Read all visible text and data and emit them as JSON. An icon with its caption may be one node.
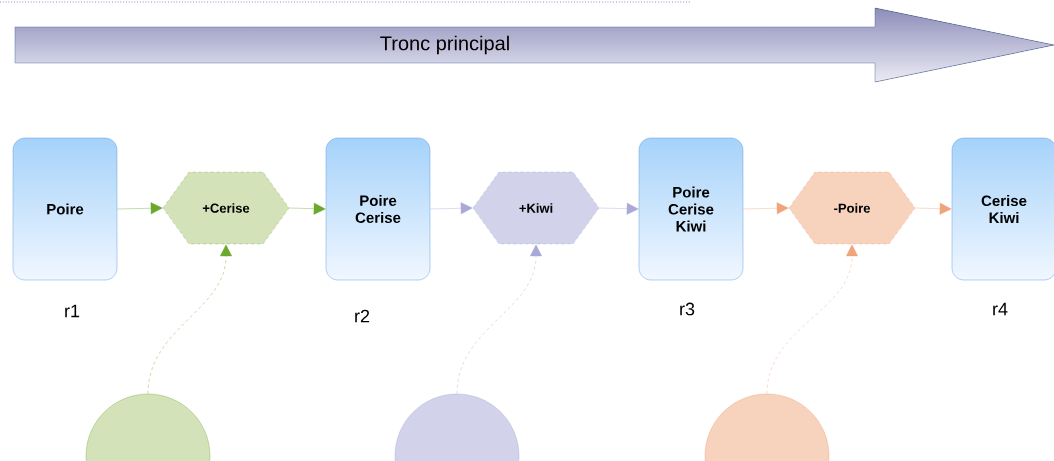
{
  "diagram": {
    "nodes": [
      {
        "text": [
          "Tronc principal"
        ]
      },
      {
        "text": [
          "Poire"
        ],
        "beside": [
          "r1"
        ]
      },
      {
        "text": [
          "+Cerise"
        ]
      },
      {
        "text": [
          "Poire Cerise"
        ],
        "beside": [
          "r2"
        ]
      },
      {
        "text": [
          "+Kiwi"
        ]
      },
      {
        "text": [
          "Poire Cerise Kiwi"
        ],
        "beside": [
          "r3"
        ]
      },
      {
        "text": [
          "-Poire"
        ]
      },
      {
        "text": [
          "Cerise Kiwi"
        ],
        "beside": [
          "r4"
        ]
      },
      {
        "text": [],
        "shape": "circle"
      },
      {
        "text": [],
        "shape": "circle"
      },
      {
        "text": [],
        "shape": "circle"
      }
    ],
    "edges": [
      {
        "from": 1,
        "to": 2,
        "arrow": "to",
        "color": "#6aa82e"
      },
      {
        "from": 2,
        "to": 3,
        "arrow": "to",
        "color": "#6aa82e"
      },
      {
        "from": 3,
        "to": 4,
        "arrow": "to",
        "color": "#a9a8d6"
      },
      {
        "from": 4,
        "to": 5,
        "arrow": "to",
        "color": "#a9a8d6"
      },
      {
        "from": 5,
        "to": 6,
        "arrow": "to",
        "color": "#f0a47c"
      },
      {
        "from": 6,
        "to": 7,
        "arrow": "to",
        "color": "#f0a47c"
      },
      {
        "from": 8,
        "to": 2,
        "arrow": "to",
        "style": "dashed",
        "color": "#6aa82e"
      },
      {
        "from": 9,
        "to": 4,
        "arrow": "to",
        "style": "dashed",
        "color": "#a9a8d6"
      },
      {
        "from": 10,
        "to": 6,
        "arrow": "to",
        "style": "dashed",
        "color": "#f0a47c"
      }
    ]
  }
}
